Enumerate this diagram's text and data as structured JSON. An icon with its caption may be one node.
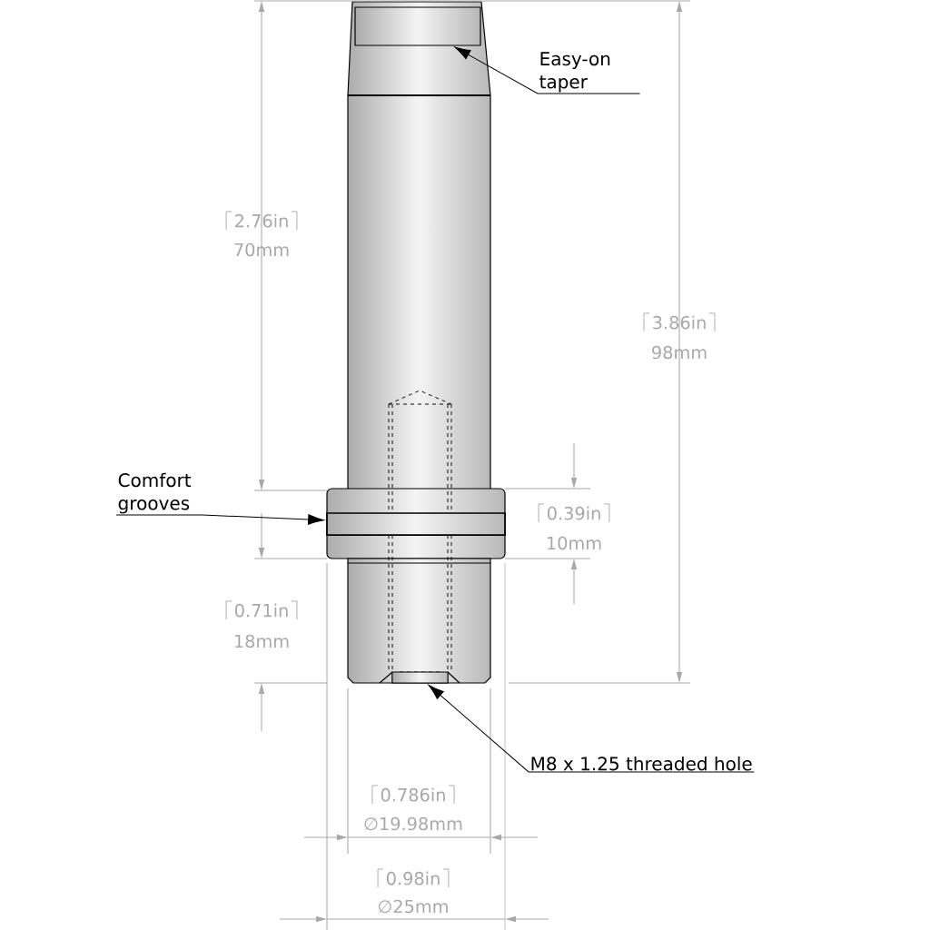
{
  "diagram": {
    "nodes": [
      {
        "text": [
          "Easy-on taper"
        ]
      },
      {
        "text": [],
        "shape": "picture"
      },
      {
        "text": [
          "Comfort grooves"
        ]
      },
      {
        "text": [],
        "shape": "picture"
      },
      {
        "text": [
          "M8 x 1.25 threaded hole"
        ]
      },
      {
        "text": [],
        "shape": "picture"
      }
    ],
    "edges": [
      {
        "from": 0,
        "to": 1,
        "arrow": "to"
      },
      {
        "from": 2,
        "to": 3,
        "arrow": "to"
      },
      {
        "from": 4,
        "to": 5,
        "arrow": "to"
      }
    ],
    "labels": [
      "2.76in",
      "70mm",
      "3.86in",
      "98mm",
      "0.39in",
      "10mm",
      "0.71in",
      "18mm",
      "0.786in",
      "∅19.98mm",
      "0.98in",
      "∅25mm"
    ]
  }
}
